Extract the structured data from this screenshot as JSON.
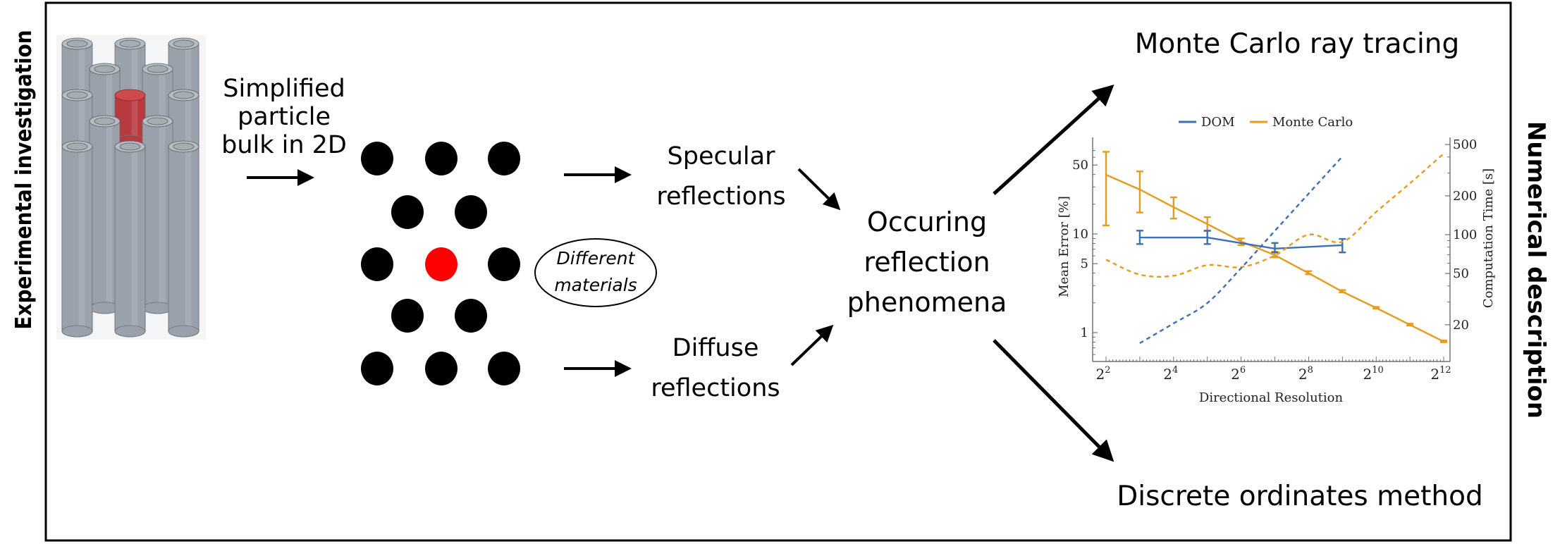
{
  "side_labels": {
    "left": "Experimental investigation",
    "right": "Numerical description"
  },
  "steps": {
    "simplified": [
      "Simplified",
      "particle",
      "bulk in 2D"
    ],
    "specular": [
      "Specular",
      "reflections"
    ],
    "diffuse": [
      "Diffuse",
      "reflections"
    ],
    "materials_note": [
      "Different",
      "materials"
    ],
    "phenomena": [
      "Occuring",
      "reflection",
      "phenomena"
    ],
    "monte_carlo": "Monte Carlo ray tracing",
    "dom": "Discrete ordinates method"
  },
  "colors": {
    "dom": "#3d6fb6",
    "monte_carlo": "#e69b1a",
    "highlight": "#ff0000",
    "cylinder": "#9aa1ab",
    "cylinder_highlight": "#b83a3e"
  },
  "particle_grid": {
    "rows": [
      3,
      2,
      3,
      2,
      3
    ],
    "highlighted": {
      "row": 2,
      "index": 1
    }
  },
  "chart_data": {
    "type": "line",
    "title": "",
    "xlabel": "Directional Resolution",
    "ylabel_left": "Mean Error [%]",
    "ylabel_right": "Computation Time [s]",
    "x_scale": "log2",
    "x_ticks": [
      {
        "exp": 2,
        "label_base": "2",
        "label_exp": "2"
      },
      {
        "exp": 4,
        "label_base": "2",
        "label_exp": "4"
      },
      {
        "exp": 6,
        "label_base": "2",
        "label_exp": "6"
      },
      {
        "exp": 8,
        "label_base": "2",
        "label_exp": "8"
      },
      {
        "exp": 10,
        "label_base": "2",
        "label_exp": "10"
      },
      {
        "exp": 12,
        "label_base": "2",
        "label_exp": "12"
      }
    ],
    "xlim_exp": [
      1.6,
      12.5
    ],
    "y_left_scale": "log10",
    "y_left_ticks": [
      1,
      5,
      10,
      50
    ],
    "y_left_lim": [
      0.6,
      80
    ],
    "y_right_scale": "log10",
    "y_right_ticks": [
      20,
      50,
      100,
      200,
      500
    ],
    "legend": {
      "position": "top-center",
      "entries": [
        "DOM",
        "Monte Carlo"
      ]
    },
    "series": [
      {
        "name": "Monte Carlo",
        "metric": "Mean Error [%]",
        "axis": "left",
        "style": "solid",
        "x_exp": [
          2,
          3,
          4,
          5,
          6,
          7,
          8,
          9,
          10,
          11,
          12
        ],
        "values": [
          39.8,
          28.2,
          18.7,
          12.6,
          8.4,
          6.1,
          4.0,
          2.6,
          1.78,
          1.2,
          0.81
        ],
        "err_low": [
          12.2,
          16.5,
          14.3,
          10.7,
          7.7,
          5.8,
          3.9,
          2.55,
          1.75,
          1.18,
          0.8
        ],
        "err_high": [
          68,
          43,
          23.5,
          14.8,
          9.0,
          6.6,
          4.2,
          2.7,
          1.82,
          1.23,
          0.83
        ]
      },
      {
        "name": "DOM",
        "metric": "Mean Error [%]",
        "axis": "left",
        "style": "solid",
        "x_exp": [
          3,
          5,
          7,
          9
        ],
        "values": [
          9.2,
          9.2,
          7.1,
          7.7
        ],
        "err_low": [
          7.9,
          7.9,
          6.5,
          6.5
        ],
        "err_high": [
          10.8,
          10.8,
          8.1,
          8.9
        ]
      },
      {
        "name": "Monte Carlo",
        "metric": "Computation Time [s]",
        "axis": "right",
        "style": "dashed",
        "x_exp": [
          2,
          3,
          4,
          5,
          6,
          7,
          8,
          9,
          10,
          11,
          12
        ],
        "values": [
          64,
          49,
          48,
          58,
          56,
          69,
          100,
          88,
          150,
          250,
          425
        ]
      },
      {
        "name": "DOM",
        "metric": "Computation Time [s]",
        "axis": "right",
        "style": "dashed",
        "x_exp": [
          3,
          4,
          5,
          6,
          7,
          8,
          9
        ],
        "values": [
          14.4,
          20.5,
          29.5,
          55,
          107,
          208,
          404
        ]
      }
    ]
  }
}
